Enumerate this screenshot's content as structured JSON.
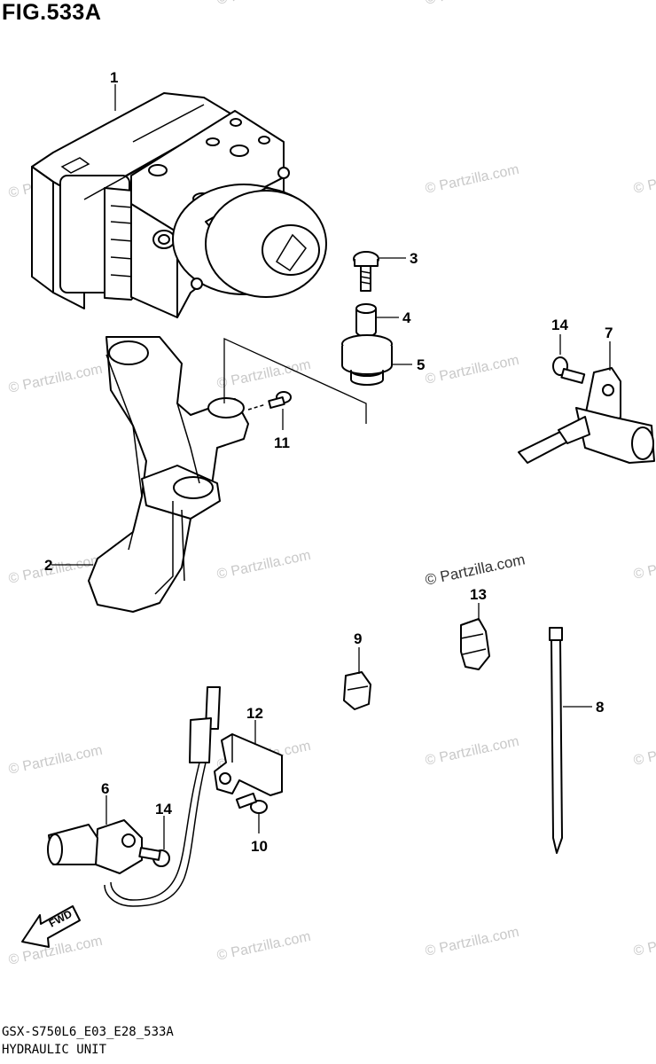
{
  "figure_title": "FIG.533A",
  "watermark": "© Partzilla.com",
  "footer": {
    "model_code": "GSX-S750L6_E03_E28_533A",
    "section_name": "HYDRAULIC UNIT"
  },
  "fwd_label": "FWD",
  "callouts": [
    {
      "id": "1"
    },
    {
      "id": "2"
    },
    {
      "id": "3"
    },
    {
      "id": "4"
    },
    {
      "id": "5"
    },
    {
      "id": "6"
    },
    {
      "id": "7"
    },
    {
      "id": "8"
    },
    {
      "id": "9"
    },
    {
      "id": "10"
    },
    {
      "id": "11"
    },
    {
      "id": "12"
    },
    {
      "id": "13"
    },
    {
      "id": "14a",
      "label": "14"
    },
    {
      "id": "14b",
      "label": "14"
    }
  ]
}
